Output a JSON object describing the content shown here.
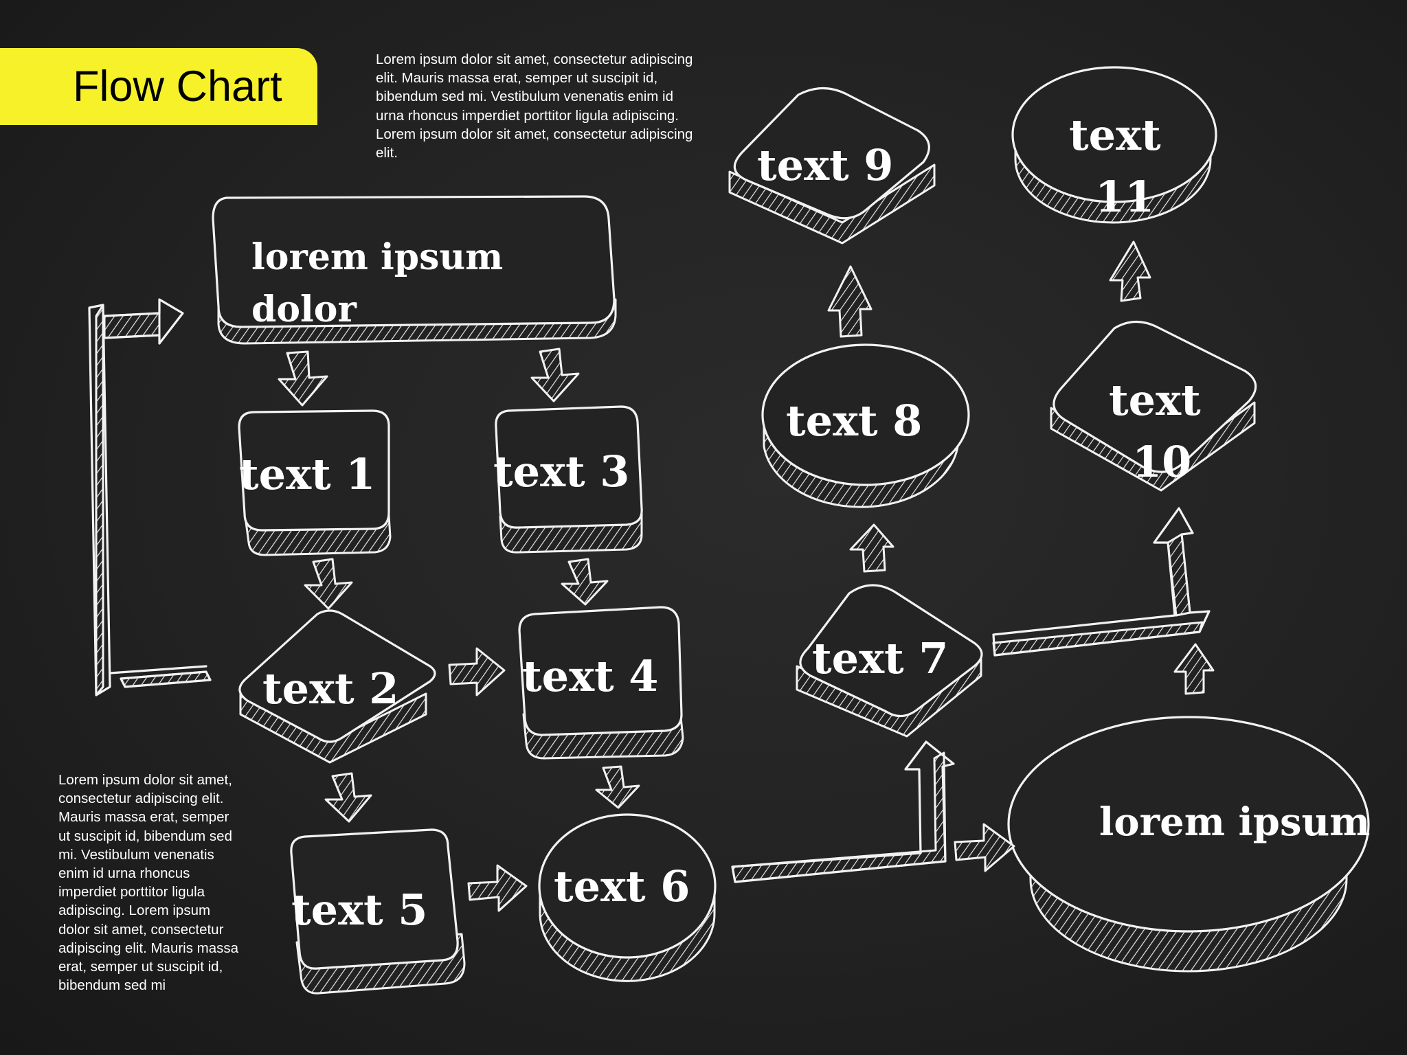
{
  "title": "Flow Chart",
  "paragraph_top": "Lorem ipsum dolor sit amet, consectetur adipiscing elit. Mauris massa erat, semper ut suscipit id, bibendum sed mi. Vestibulum venenatis enim id urna rhoncus imperdiet porttitor ligula adipiscing. Lorem ipsum dolor sit amet, consectetur adipiscing elit.",
  "paragraph_bottom": "Lorem ipsum dolor sit amet, consectetur adipiscing elit. Mauris massa erat, semper ut suscipit id, bibendum sed mi. Vestibulum venenatis enim id urna rhoncus imperdiet porttitor ligula adipiscing. Lorem ipsum dolor sit amet, consectetur adipiscing elit. Mauris massa erat, semper ut suscipit id, bibendum sed mi",
  "nodes": {
    "start": {
      "line1": "lorem  ipsum",
      "line2": "dolor"
    },
    "text1": "text  1",
    "text2": "text  2",
    "text3": "text  3",
    "text4": "text  4",
    "text5": "text  5",
    "text6": "text  6",
    "text7": "text  7",
    "text8": "text  8",
    "text9": "text  9",
    "text10": {
      "line1": "text",
      "line2": "10"
    },
    "text11": {
      "line1": "text",
      "line2": "11"
    },
    "end": "lorem  ipsum"
  },
  "colors": {
    "background": "#222222",
    "chalk": "#f2f2f2",
    "title_tab": "#f7f12a",
    "title_text": "#000000"
  }
}
